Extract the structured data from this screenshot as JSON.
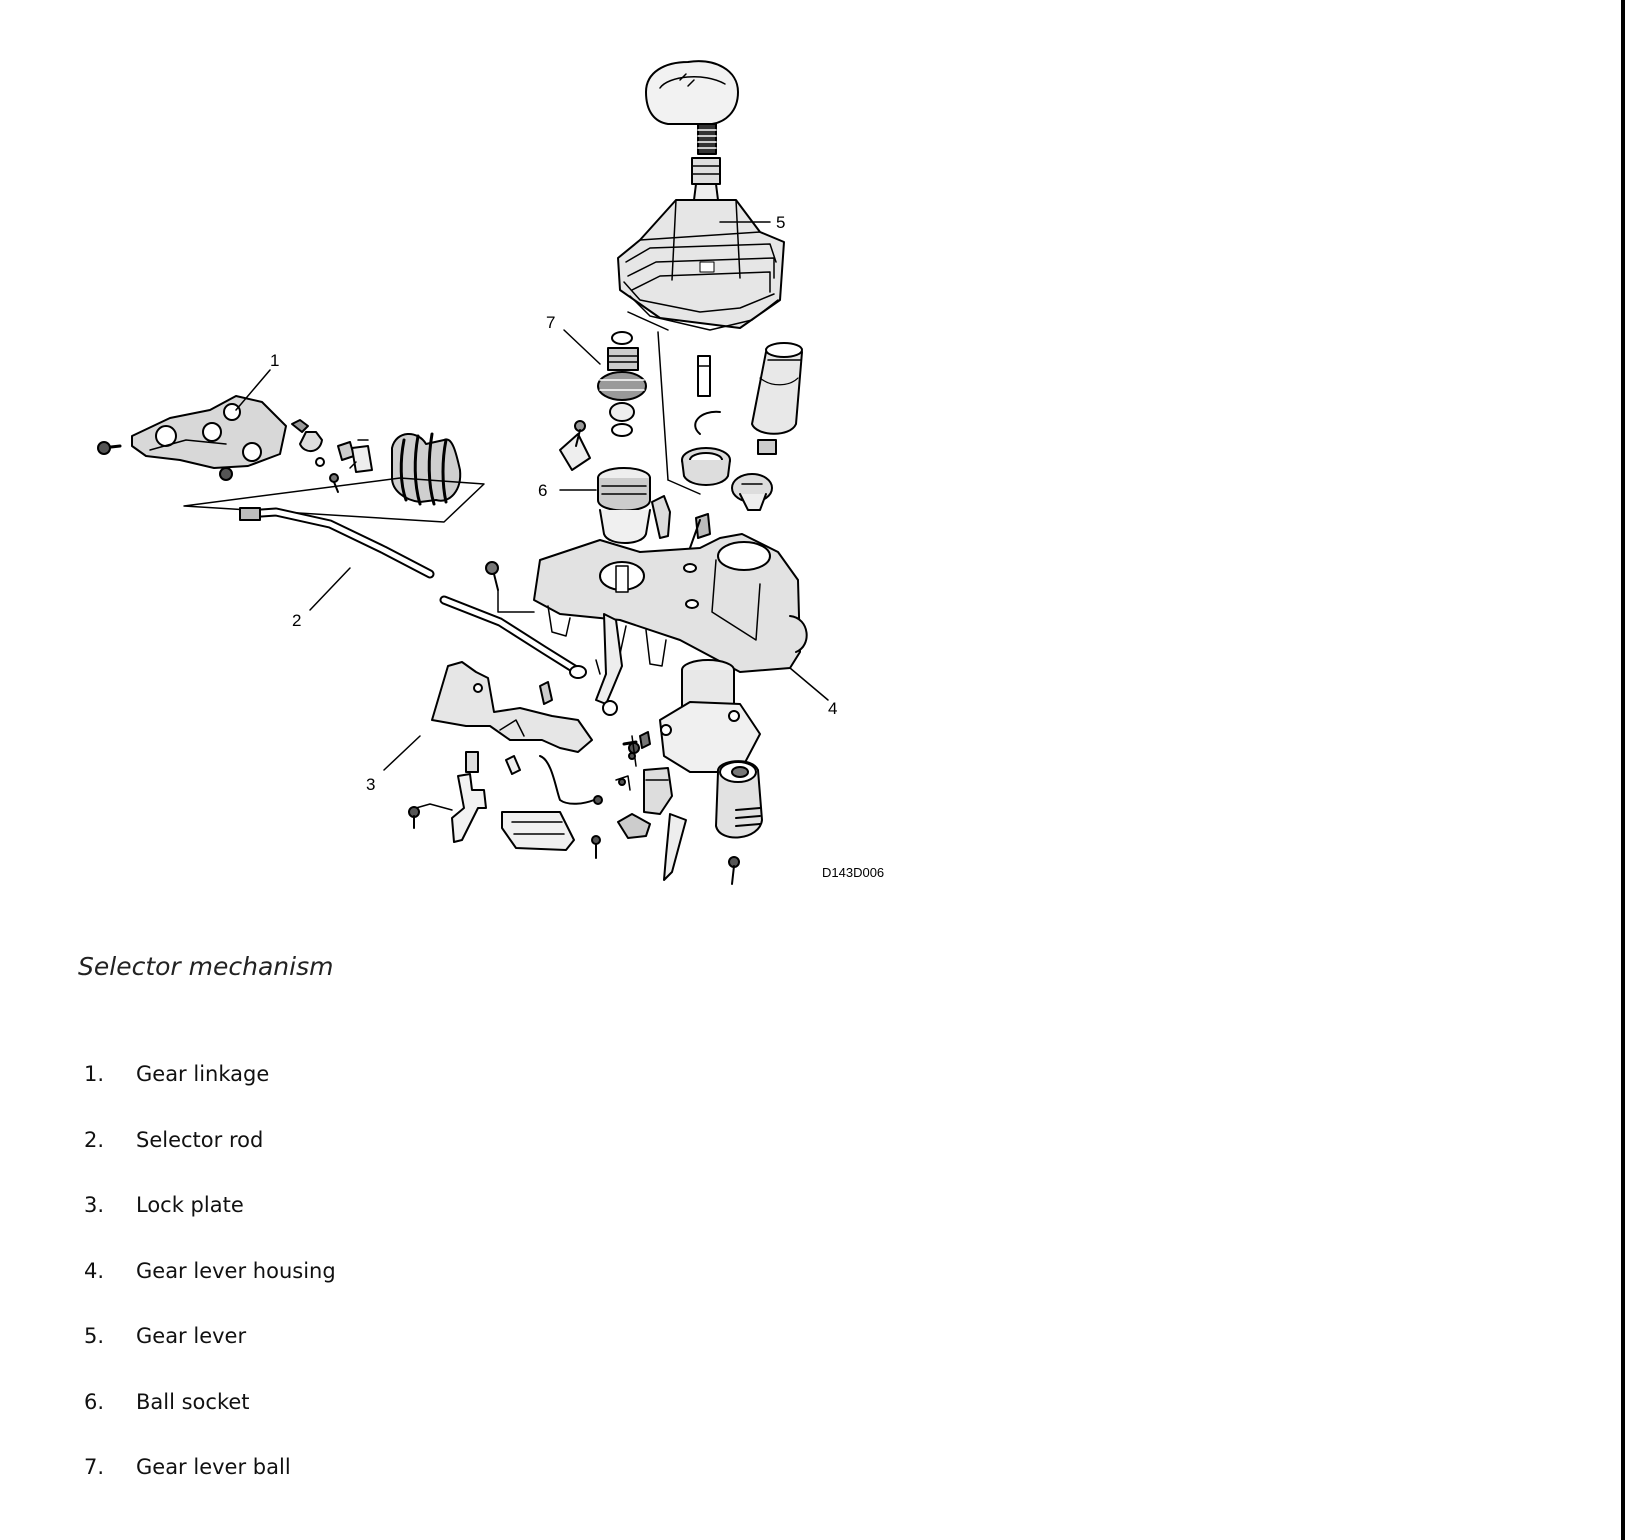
{
  "figure": {
    "code": "D143D006",
    "callouts": [
      "1",
      "2",
      "3",
      "4",
      "5",
      "6",
      "7"
    ]
  },
  "caption": "Selector mechanism",
  "legend": [
    {
      "num": "1.",
      "label": "Gear linkage"
    },
    {
      "num": "2.",
      "label": "Selector rod"
    },
    {
      "num": "3.",
      "label": "Lock plate"
    },
    {
      "num": "4.",
      "label": "Gear lever housing"
    },
    {
      "num": "5.",
      "label": "Gear lever"
    },
    {
      "num": "6.",
      "label": "Ball socket"
    },
    {
      "num": "7.",
      "label": "Gear lever ball"
    }
  ]
}
